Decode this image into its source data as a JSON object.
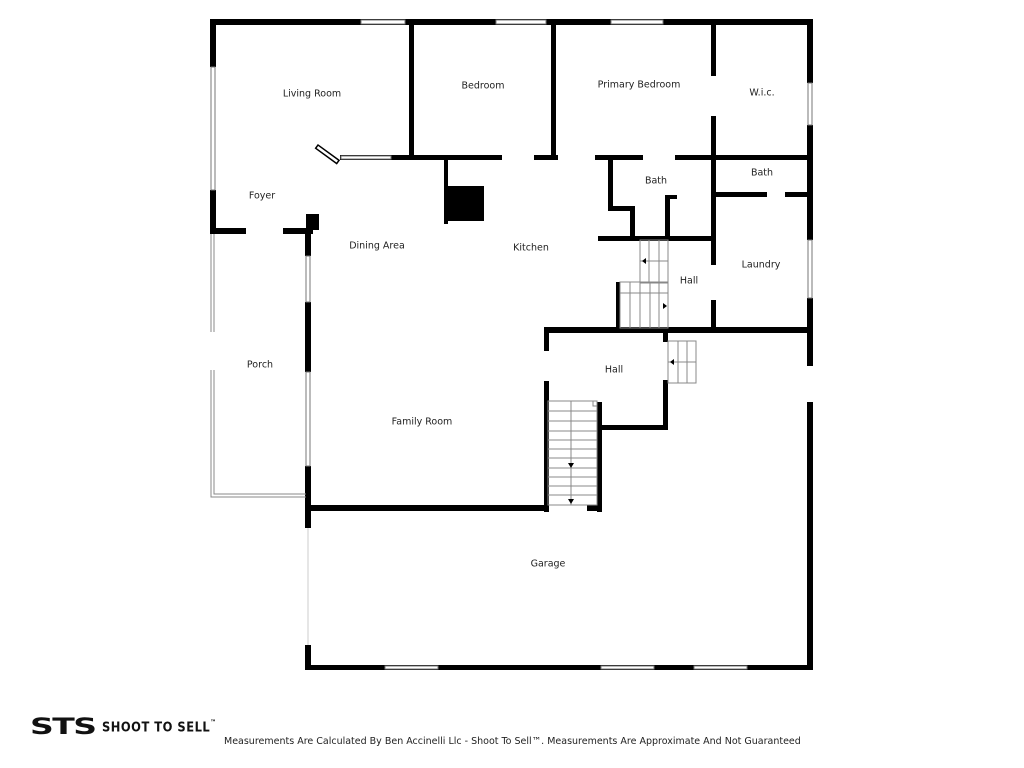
{
  "rooms": {
    "living_room": "Living Room",
    "bedroom": "Bedroom",
    "primary_bedroom": "Primary Bedroom",
    "wic": "W.i.c.",
    "foyer": "Foyer",
    "dining_area": "Dining Area",
    "kitchen": "Kitchen",
    "bath_1": "Bath",
    "bath_2": "Bath",
    "laundry": "Laundry",
    "hall_upper": "Hall",
    "hall_lower": "Hall",
    "porch": "Porch",
    "family_room": "Family Room",
    "garage": "Garage"
  },
  "branding": {
    "logo_mark": "STS",
    "logo_text": "SHOOT TO SELL",
    "logo_tm": "™"
  },
  "footer": {
    "disclaimer": "Measurements Are Calculated By Ben Accinelli Llc - Shoot To Sell™. Measurements Are Approximate And Not Guaranteed"
  },
  "colors": {
    "wall": "#000000",
    "background": "#ffffff",
    "window": "#888888"
  }
}
